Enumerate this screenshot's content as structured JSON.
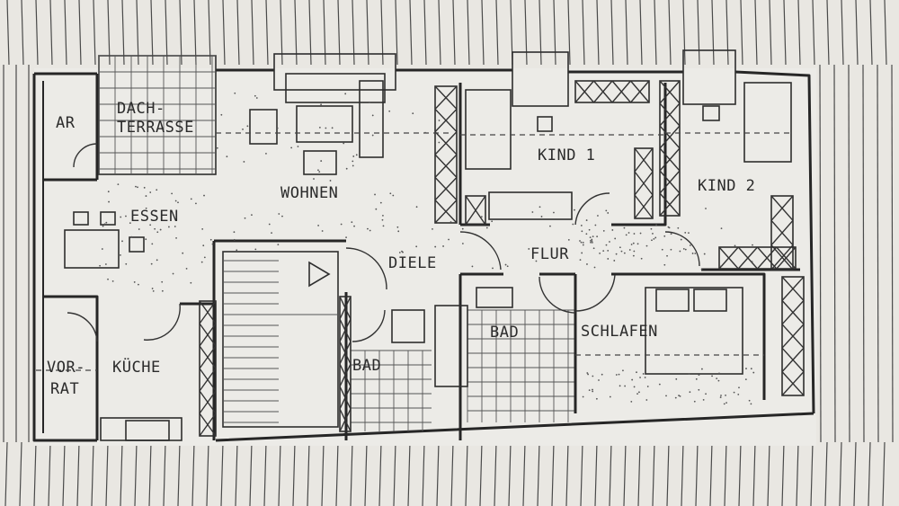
{
  "plan": {
    "rooms": {
      "ar": "AR",
      "dachterrasse_1": "DACH-",
      "dachterrasse_2": "TERRASSE",
      "wohnen": "WOHNEN",
      "essen": "ESSEN",
      "kind1": "KIND 1",
      "kind2": "KIND 2",
      "diele": "DIELE",
      "flur": "FLUR",
      "bad_main": "BAD",
      "bad_small": "BAD",
      "schlafen": "SCHLAFEN",
      "kueche": "KÜCHE",
      "vorrat_1": "VOR-",
      "vorrat_2": "RAT"
    }
  }
}
